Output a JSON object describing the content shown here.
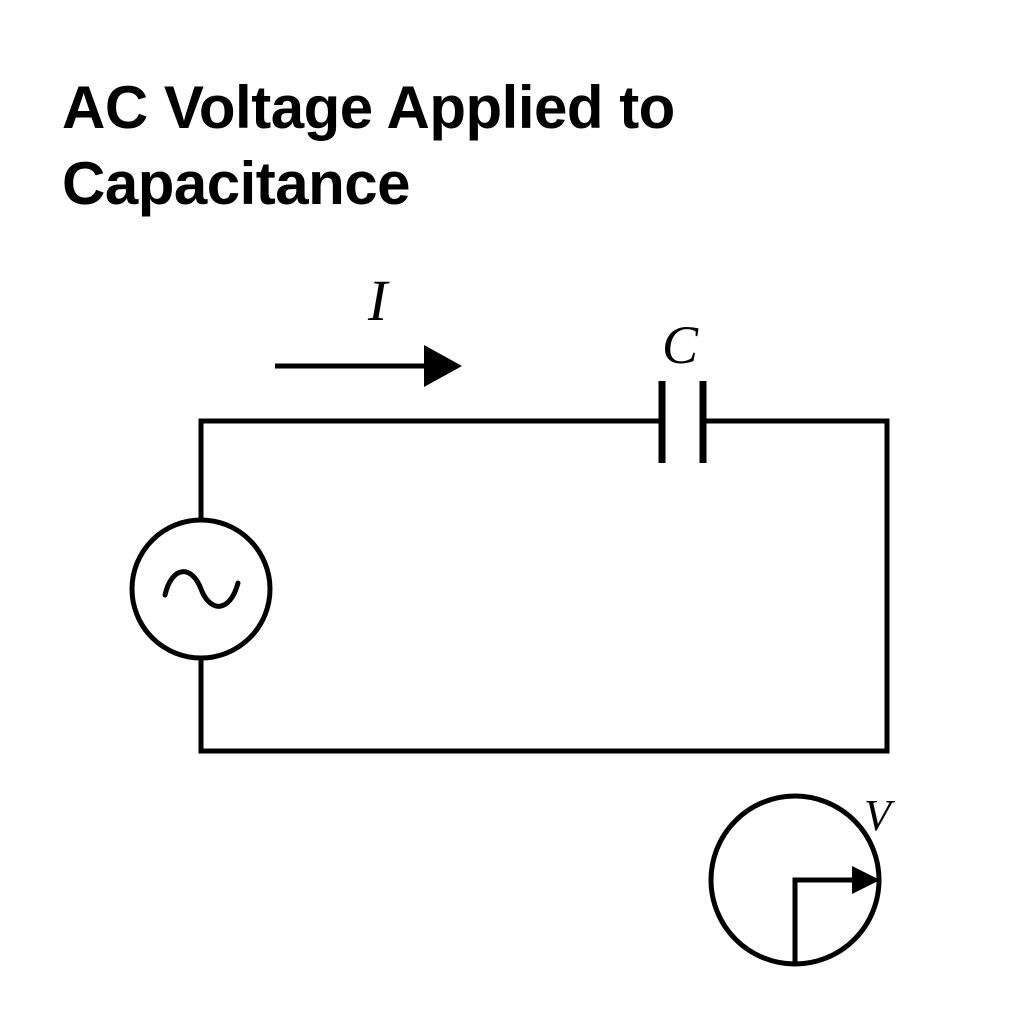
{
  "title": {
    "line1": "AC Voltage Applied to",
    "line2": "Capacitance"
  },
  "labels": {
    "current": "I",
    "capacitor": "C",
    "voltage": "V"
  },
  "components": {
    "source": "ac-source-icon",
    "capacitor": "capacitor-symbol",
    "meter": "voltmeter-icon",
    "arrow": "current-arrow-icon"
  },
  "colors": {
    "stroke": "#000000",
    "background": "#ffffff"
  }
}
